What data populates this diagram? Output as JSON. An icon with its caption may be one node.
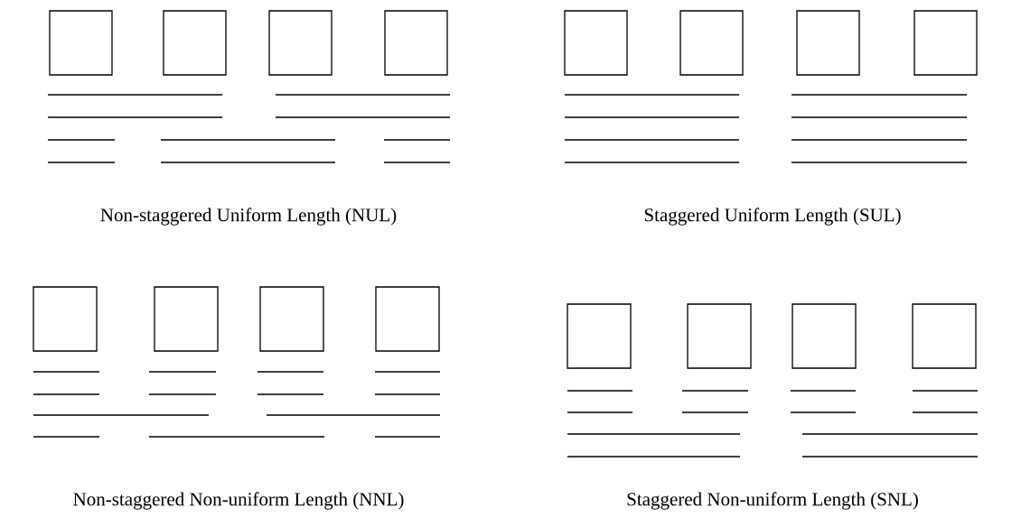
{
  "diagram": {
    "labels": [
      "Non-staggered Uniform Length (NUL)",
      "Staggered Uniform Length (SUL)",
      "Non-staggered Non-uniform Length (NNL)",
      "Staggered Non-uniform Length (SNL)"
    ]
  }
}
